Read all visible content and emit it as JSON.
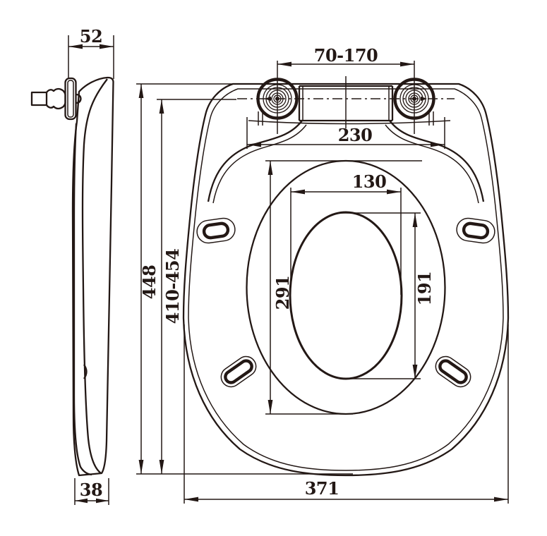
{
  "drawing": {
    "type": "technical-drawing",
    "subject": "toilet seat dimension diagram",
    "ink_color": "#231815",
    "background": "#ffffff",
    "side_view": {
      "top_thickness": "52",
      "bottom_thickness": "38"
    },
    "top_view": {
      "hinge_hole_spacing": "70-170",
      "seat_ring_width": "230",
      "opening_width": "130",
      "seat_ring_length": "291",
      "opening_length": "191",
      "overall_length": "448",
      "adjustable_length": "410-454",
      "overall_width": "371"
    }
  }
}
